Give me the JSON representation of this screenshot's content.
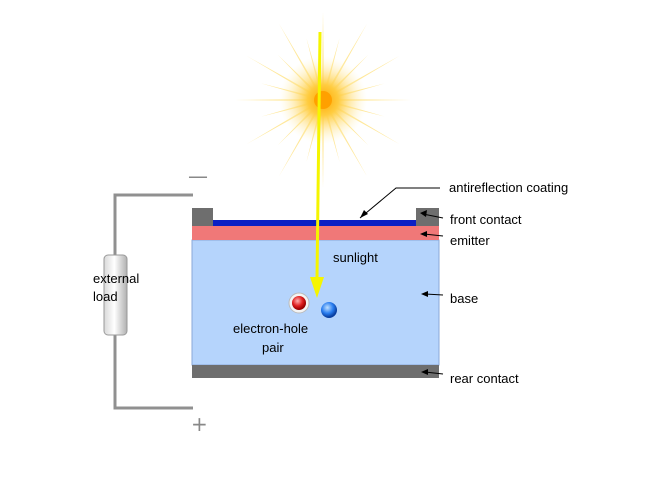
{
  "labels": {
    "antireflection": "antireflection coating",
    "front_contact": "front contact",
    "emitter": "emitter",
    "base": "base",
    "rear_contact": "rear contact",
    "sunlight": "sunlight",
    "pair_line1": "electron-hole",
    "pair_line2": "pair",
    "load_line1": "external",
    "load_line2": "load",
    "minus": "—",
    "plus": "+"
  },
  "colors": {
    "sun_core": "#ffb300",
    "sun_ray": "#ffe590",
    "antireflection": "#0a1fc4",
    "contact": "#6e6e6e",
    "emitter": "#f07878",
    "base": "#b5d4fc",
    "rear_contact": "#6e6e6e",
    "wire": "#909090",
    "sunlight_arrow": "#f5f500",
    "electron": "#e02020",
    "hole": "#2a7ef0"
  }
}
